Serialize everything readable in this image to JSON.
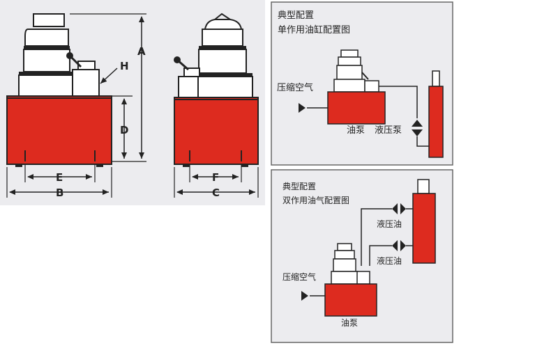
{
  "colors": {
    "pump_red": "#dd2b1f",
    "panel_bg": "#ececef",
    "border": "#666666",
    "line": "#222222",
    "body_white": "#ffffff"
  },
  "dimensions": {
    "a": "A",
    "b": "B",
    "c": "C",
    "d": "D",
    "e": "E",
    "f": "F",
    "h": "H"
  },
  "single_acting": {
    "title_line1": "典型配置",
    "title_line2": "单作用油缸配置图",
    "air_label": "压缩空气",
    "oil_pump_label": "油泵",
    "hydraulic_pump_label": "液压泵"
  },
  "double_acting": {
    "title_line1": "典型配置",
    "title_line2": "双作用油气配置图",
    "air_label": "压缩空气",
    "oil_pump_label": "油泵",
    "hydraulic_oil_label_1": "液压油",
    "hydraulic_oil_label_2": "液压油"
  }
}
